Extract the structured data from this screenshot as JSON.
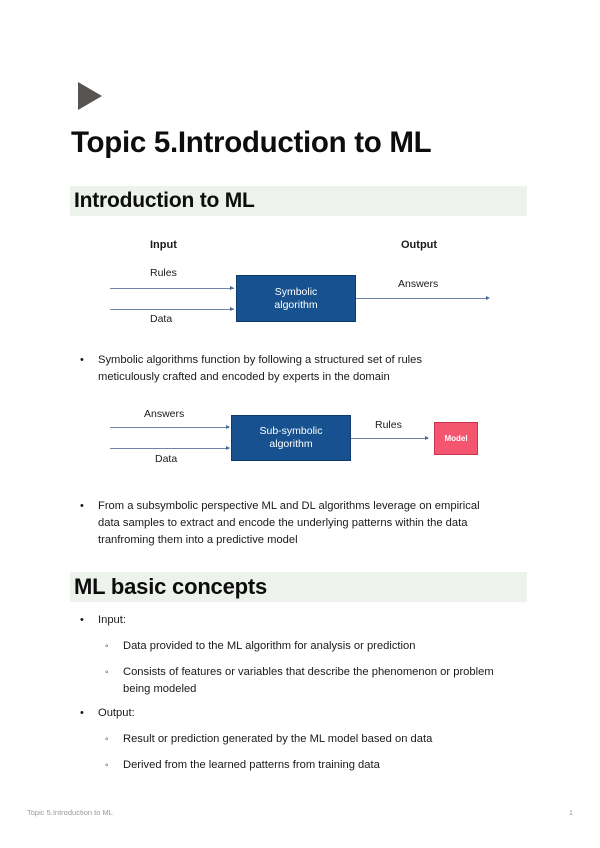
{
  "document": {
    "title": "Topic 5.Introduction to ML",
    "play_icon": "play-triangle-icon"
  },
  "sections": {
    "intro": {
      "heading": "Introduction to ML"
    },
    "concepts": {
      "heading": "ML basic concepts"
    }
  },
  "diagram_symbolic": {
    "input_label": "Input",
    "output_label": "Output",
    "in_top": "Rules",
    "in_bottom": "Data",
    "box_line1": "Symbolic",
    "box_line2": "algorithm",
    "out_label": "Answers",
    "box_color": "#17518f",
    "line_color": "#6f86a8"
  },
  "diagram_subsymbolic": {
    "in_top": "Answers",
    "in_bottom": "Data",
    "box_line1": "Sub-symbolic",
    "box_line2": "algorithm",
    "out_label": "Rules",
    "model_label": "Model",
    "box_color": "#17518f",
    "model_color": "#f4566f",
    "line_color": "#6f86a8"
  },
  "body": {
    "bullet_symbolic": "Symbolic algorithms function by following a structured set of rules meticulously crafted and encoded by experts in the domain",
    "bullet_subsymbolic": "From a subsymbolic perspective ML and DL algorithms leverage on empirical data samples to extract and encode the underlying patterns within the data tranfroming them into a predictive model",
    "concepts": [
      {
        "label": "Input:",
        "children": [
          "Data provided to the ML algorithm for analysis or prediction",
          "Consists of features or variables that describe the phenomenon or problem being modeled"
        ]
      },
      {
        "label": "Output:",
        "children": [
          "Result or prediction generated by the ML model based on data",
          "Derived from the learned patterns from training data"
        ]
      }
    ]
  },
  "footer": {
    "left": "Topic 5.Introduction to ML",
    "page_number": "1"
  },
  "markers": {
    "filled": "•",
    "hollow": "◦"
  }
}
